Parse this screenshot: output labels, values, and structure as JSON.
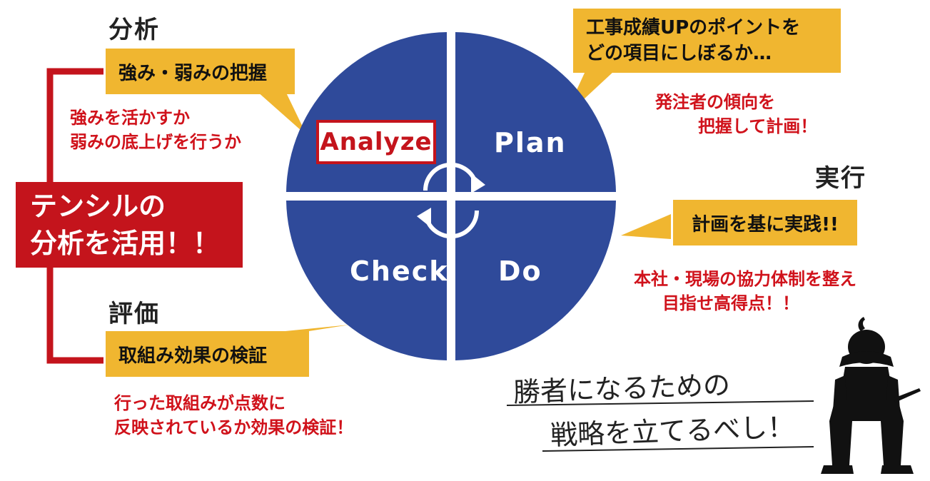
{
  "center": {
    "top_left": "Analyze",
    "top_right": "Plan",
    "bottom_left": "Check",
    "bottom_right": "Do"
  },
  "left_box": {
    "line1": "テンシルの",
    "line2": "分析を活用！！"
  },
  "analyze_section": {
    "heading": "分析",
    "callout": "強み・弱みの把握",
    "note_line1": "強みを活かすか",
    "note_line2": "弱みの底上げを行うか"
  },
  "plan_section": {
    "callout_line1": "工事成績UPのポイントを",
    "callout_line2": "どの項目にしぼるか…",
    "note_line1": "発注者の傾向を",
    "note_line2": "把握して計画！"
  },
  "do_section": {
    "heading": "実行",
    "callout": "計画を基に実践!!",
    "note_line1": "本社・現場の協力体制を整え",
    "note_line2": "目指せ高得点！！"
  },
  "check_section": {
    "heading": "評価",
    "callout": "取組み効果の検証",
    "note_line1": "行った取組みが点数に",
    "note_line2": "反映されているか効果の検証！"
  },
  "slogan": {
    "line1": "勝者になるための",
    "line2": "戦略を立てるべし！"
  },
  "colors": {
    "circle_blue": "#2f4a9a",
    "accent_red": "#c4141c",
    "callout_yellow": "#f0b630"
  }
}
